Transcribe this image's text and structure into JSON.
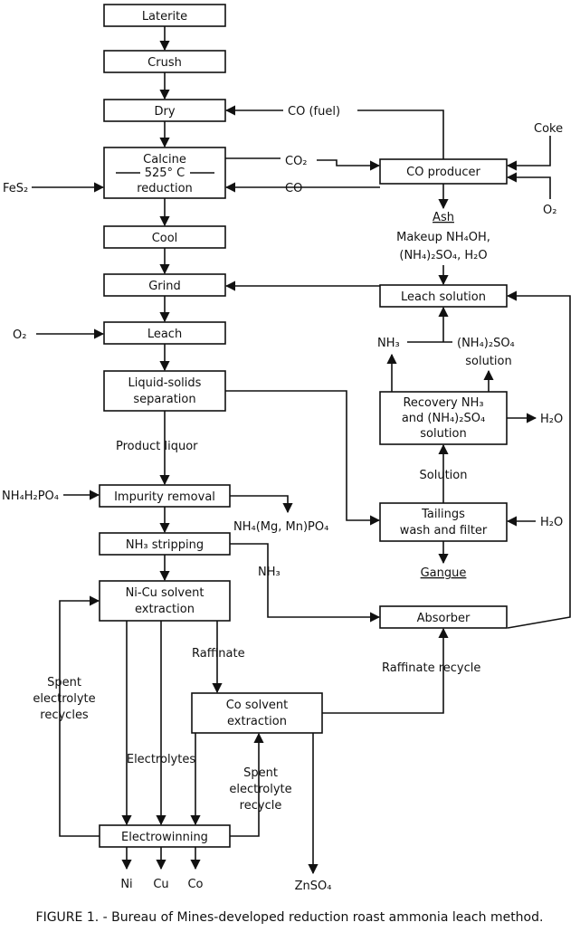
{
  "boxes": {
    "laterite": "Laterite",
    "crush": "Crush",
    "dry": "Dry",
    "calcine_1": "Calcine",
    "calcine_2": "525° C",
    "calcine_3": "reduction",
    "cool": "Cool",
    "grind": "Grind",
    "leach": "Leach",
    "lss_1": "Liquid-solids",
    "lss_2": "separation",
    "impurity": "Impurity removal",
    "nh3_strip": "NH₃ stripping",
    "nicu_1": "Ni-Cu solvent",
    "nicu_2": "extraction",
    "co_sx_1": "Co solvent",
    "co_sx_2": "extraction",
    "electrowinning": "Electrowinning",
    "co_producer": "CO producer",
    "leach_solution": "Leach solution",
    "recovery_1": "Recovery NH₃",
    "recovery_2": "and (NH₄)₂SO₄",
    "recovery_3": "solution",
    "tailings_1": "Tailings",
    "tailings_2": "wash and filter",
    "absorber": "Absorber"
  },
  "labels": {
    "co_fuel": "CO (fuel)",
    "co2": "CO₂",
    "co": "CO",
    "coke": "Coke",
    "o2_top": "O₂",
    "fes2": "FeS₂",
    "ash": "Ash",
    "makeup_1": "Makeup NH₄OH,",
    "makeup_2": "(NH₄)₂SO₄, H₂O",
    "o2_leach": "O₂",
    "nh3_recovery": "NH₃",
    "nh4so4_1": "(NH₄)₂SO₄",
    "nh4so4_2": "solution",
    "h2o_recovery": "H₂O",
    "product_liquor": "Product liquor",
    "nh4h2po4": "NH₄H₂PO₄",
    "nh4mgmn": "NH₄(Mg, Mn)PO₄",
    "solution": "Solution",
    "h2o_tailings": "H₂O",
    "gangue": "Gangue",
    "nh3_strip_out": "NH₃",
    "raffinate": "Raffinate",
    "raffinate_recycle": "Raffinate recycle",
    "spent_1": "Spent",
    "spent_2": "electrolyte",
    "spent_3": "recycles",
    "electrolytes": "Electrolytes",
    "spent_co_1": "Spent",
    "spent_co_2": "electrolyte",
    "spent_co_3": "recycle",
    "ni": "Ni",
    "cu": "Cu",
    "co_out": "Co",
    "znso4": "ZnSO₄"
  },
  "caption": "FIGURE 1. - Bureau of Mines-developed reduction roast ammonia leach method."
}
